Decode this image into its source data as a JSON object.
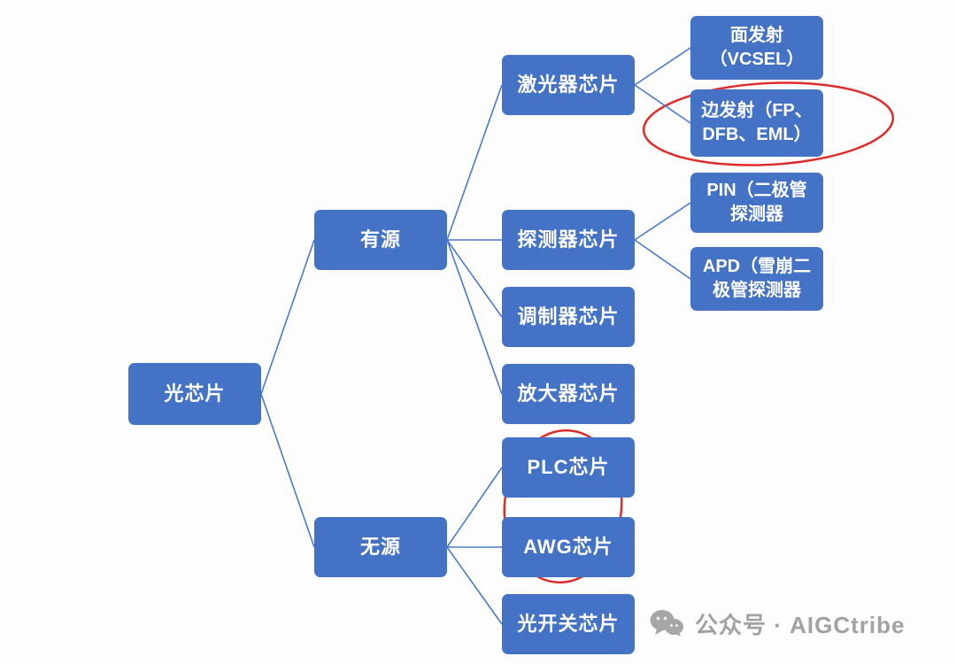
{
  "colors": {
    "box": "#4472C4",
    "line": "#4C7AC8",
    "highlight": "#DD2C2C",
    "node_text": "#FFFFFF",
    "watermark_text": "#A2A2A2"
  },
  "nodes": {
    "root": {
      "label": "光芯片"
    },
    "active": {
      "label": "有源"
    },
    "passive": {
      "label": "无源"
    },
    "laser": {
      "label": "激光器芯片"
    },
    "detector": {
      "label": "探测器芯片"
    },
    "modulator": {
      "label": "调制器芯片"
    },
    "amplifier": {
      "label": "放大器芯片"
    },
    "plc": {
      "label": "PLC芯片"
    },
    "awg": {
      "label": "AWG芯片"
    },
    "optical_switch": {
      "label": "光开关芯片"
    },
    "vcsel": {
      "label": "面发射\n（VCSEL）"
    },
    "edge_emit": {
      "label": "边发射（FP、\nDFB、EML）"
    },
    "pin": {
      "label": "PIN（二极管\n探测器"
    },
    "apd": {
      "label": "APD（雪崩二\n极管探测器"
    }
  },
  "edges": [
    {
      "from": "root",
      "to": "active"
    },
    {
      "from": "root",
      "to": "passive"
    },
    {
      "from": "active",
      "to": "laser"
    },
    {
      "from": "active",
      "to": "detector"
    },
    {
      "from": "active",
      "to": "modulator"
    },
    {
      "from": "active",
      "to": "amplifier"
    },
    {
      "from": "passive",
      "to": "plc"
    },
    {
      "from": "passive",
      "to": "awg"
    },
    {
      "from": "passive",
      "to": "optical_switch"
    },
    {
      "from": "laser",
      "to": "vcsel"
    },
    {
      "from": "laser",
      "to": "edge_emit"
    },
    {
      "from": "detector",
      "to": "pin"
    },
    {
      "from": "detector",
      "to": "apd"
    }
  ],
  "annotations": {
    "highlight_1_target": "边发射（FP、DFB、EML）",
    "highlight_2_target": "PLC芯片 / AWG芯片"
  },
  "watermark": {
    "label": "公众号 · AIGCtribe"
  }
}
